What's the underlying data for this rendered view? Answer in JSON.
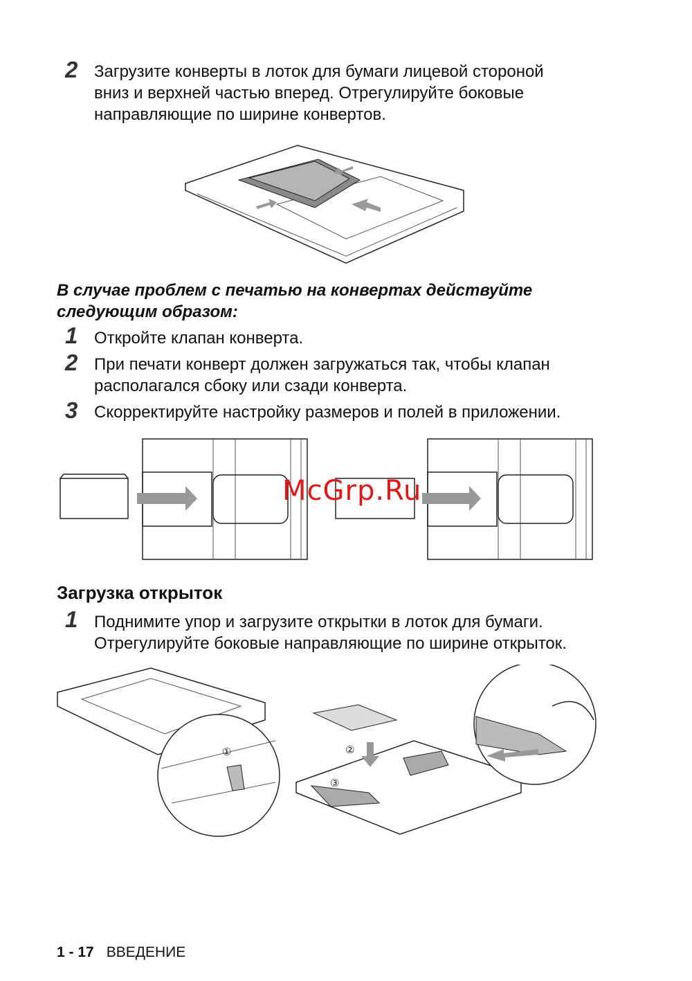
{
  "step_a": {
    "number": "2",
    "lines": [
      "Загрузите конверты в лоток для бумаги лицевой стороной",
      "вниз и верхней частью вперед. Отрегулируйте боковые",
      "направляющие по ширине конвертов."
    ]
  },
  "trouble": {
    "heading_lines": [
      "В случае проблем с печатью на конвертах действуйте",
      "следующим образом:"
    ],
    "steps": [
      {
        "number": "1",
        "lines": [
          "Откройте клапан конверта."
        ]
      },
      {
        "number": "2",
        "lines": [
          "При печати конверт должен загружаться так, чтобы клапан",
          "располагался сбоку или сзади конверта."
        ]
      },
      {
        "number": "3",
        "lines": [
          "Скорректируйте настройку размеров и полей в приложении."
        ]
      }
    ]
  },
  "watermark": "McGrp.Ru",
  "postcards": {
    "heading": "Загрузка открыток",
    "step": {
      "number": "1",
      "lines": [
        "Поднимите упор и загрузите открытки в лоток для бумаги.",
        "Отрегулируйте боковые направляющие по ширине открыток."
      ]
    },
    "callouts": [
      "①",
      "②",
      "③"
    ]
  },
  "footer": {
    "page": "1 - 17",
    "section": "ВВЕДЕНИЕ"
  }
}
